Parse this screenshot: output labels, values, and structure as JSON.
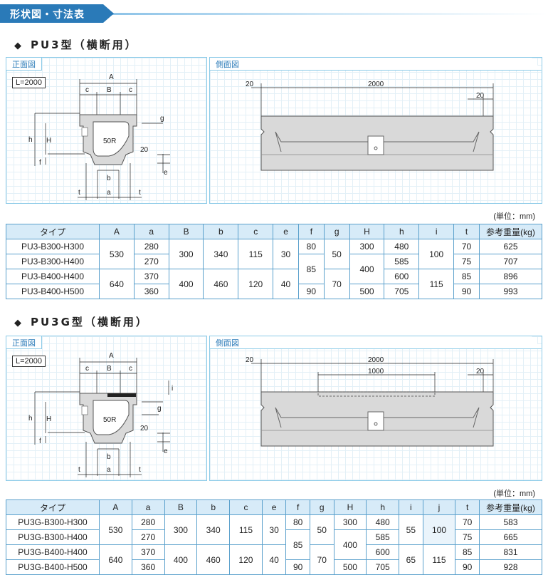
{
  "header": {
    "title": "形状図・寸法表"
  },
  "sections": [
    {
      "title": "PU3型（横断用）",
      "front_caption": "正面図",
      "side_caption": "側面図",
      "length_label": "L=2000",
      "unit": "(単位：mm)",
      "columns": [
        "タイプ",
        "A",
        "a",
        "B",
        "b",
        "c",
        "e",
        "f",
        "g",
        "H",
        "h",
        "i",
        "t",
        "参考重量(kg)"
      ],
      "types": [
        "PU3-B300-H300",
        "PU3-B300-H400",
        "PU3-B400-H400",
        "PU3-B400-H500"
      ],
      "A": [
        "530",
        "640"
      ],
      "a": [
        "280",
        "270",
        "370",
        "360"
      ],
      "B": [
        "300",
        "400"
      ],
      "b": [
        "340",
        "460"
      ],
      "c": [
        "115",
        "120"
      ],
      "e": [
        "30",
        "40"
      ],
      "f": [
        "80",
        "85",
        "90"
      ],
      "g": [
        "50",
        "70"
      ],
      "H": [
        "300",
        "400",
        "500"
      ],
      "h": [
        "480",
        "585",
        "600",
        "705"
      ],
      "i": [
        "100",
        "115"
      ],
      "t": [
        "70",
        "75",
        "85",
        "90"
      ],
      "weight": [
        "625",
        "707",
        "896",
        "993"
      ]
    },
    {
      "title": "PU3G型（横断用）",
      "front_caption": "正面図",
      "side_caption": "側面図",
      "length_label": "L=2000",
      "unit": "(単位：mm)",
      "columns": [
        "タイプ",
        "A",
        "a",
        "B",
        "b",
        "c",
        "e",
        "f",
        "g",
        "H",
        "h",
        "i",
        "j",
        "t",
        "参考重量(kg)"
      ],
      "types": [
        "PU3G-B300-H300",
        "PU3G-B300-H400",
        "PU3G-B400-H400",
        "PU3G-B400-H500"
      ],
      "A": [
        "530",
        "640"
      ],
      "a": [
        "280",
        "270",
        "370",
        "360"
      ],
      "B": [
        "300",
        "400"
      ],
      "b": [
        "340",
        "460"
      ],
      "c": [
        "115",
        "120"
      ],
      "e": [
        "30",
        "40"
      ],
      "f": [
        "80",
        "85",
        "90"
      ],
      "g": [
        "50",
        "70"
      ],
      "H": [
        "300",
        "400",
        "500"
      ],
      "h": [
        "480",
        "585",
        "600",
        "705"
      ],
      "i": [
        "55",
        "65"
      ],
      "j": [
        "100",
        "115"
      ],
      "t": [
        "70",
        "75",
        "85",
        "90"
      ],
      "weight": [
        "583",
        "665",
        "831",
        "928"
      ]
    }
  ],
  "drawing_labels": {
    "A": "A",
    "B": "B",
    "c": "c",
    "a": "a",
    "b": "b",
    "t": "t",
    "g": "g",
    "h": "h",
    "H": "H",
    "f": "f",
    "e": "e",
    "i": "i",
    "r": "50R",
    "d20": "20",
    "len": "2000",
    "side20": "20",
    "mid": "1000"
  }
}
